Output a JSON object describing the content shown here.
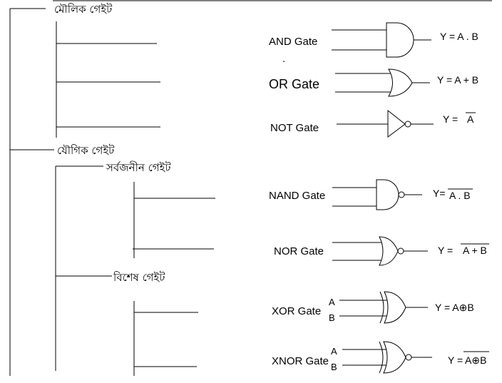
{
  "tree": {
    "basic": "মৌলিক গেইট",
    "compound": "যৌগিক গেইট",
    "universal": "সর্বজনীন গেইট",
    "special": "বিশেষ গেইট"
  },
  "gates": [
    {
      "key": "and",
      "label": "AND Gate",
      "eq_prefix": "Y = A . B",
      "eq_over": ""
    },
    {
      "key": "or",
      "label": "OR Gate",
      "eq_prefix": "Y = A + B",
      "eq_over": ""
    },
    {
      "key": "not",
      "label": "NOT Gate",
      "eq_prefix": "Y =",
      "eq_over": "A"
    },
    {
      "key": "nand",
      "label": "NAND Gate",
      "eq_prefix": "Y=",
      "eq_over": "A . B"
    },
    {
      "key": "nor",
      "label": "NOR Gate",
      "eq_prefix": "Y =",
      "eq_over": "A + B"
    },
    {
      "key": "xor",
      "label": "XOR Gate",
      "eq_prefix": "Y = A⊕B",
      "eq_over": ""
    },
    {
      "key": "xnor",
      "label": "XNOR Gate",
      "eq_prefix": "Y =",
      "eq_over": "A⊕B"
    }
  ],
  "inputs": {
    "a": "A",
    "b": "B"
  },
  "dot": "."
}
